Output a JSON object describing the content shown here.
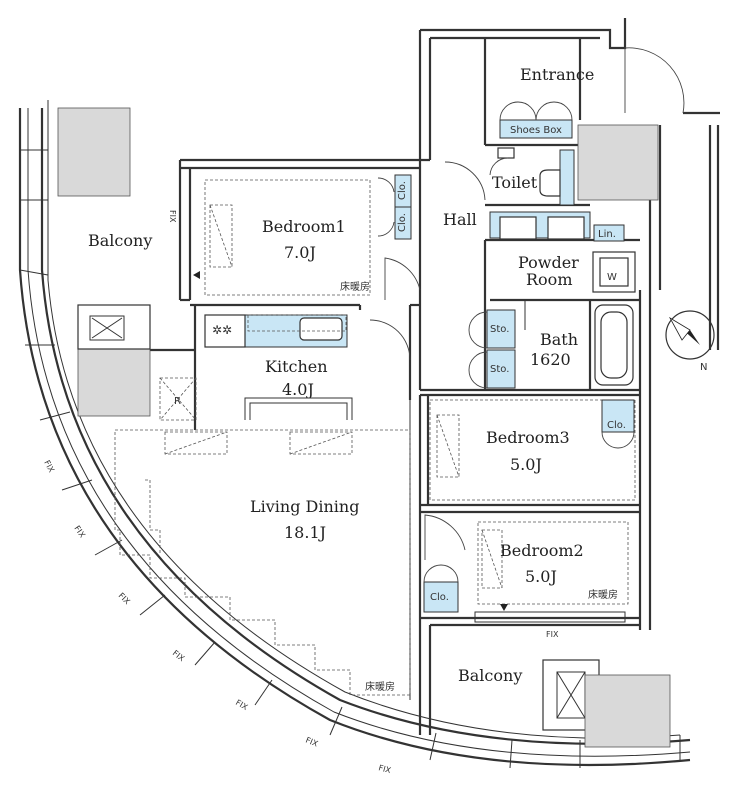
{
  "rooms": {
    "entrance": "Entrance",
    "shoes_box": "Shoes Box",
    "toilet": "Toilet",
    "hall": "Hall",
    "bedroom1": {
      "name": "Bedroom1",
      "size": "7.0J"
    },
    "balcony_top": "Balcony",
    "powder_room_1": "Powder",
    "powder_room_2": "Room",
    "lin": "Lin.",
    "washer": "W",
    "kitchen": {
      "name": "Kitchen",
      "size": "4.0J"
    },
    "bath": {
      "name": "Bath",
      "size": "1620"
    },
    "sto_1": "Sto.",
    "sto_2": "Sto.",
    "bedroom3": {
      "name": "Bedroom3",
      "size": "5.0J"
    },
    "clo_b3": "Clo.",
    "living": {
      "name": "Living Dining",
      "size": "18.1J"
    },
    "bedroom2": {
      "name": "Bedroom2",
      "size": "5.0J"
    },
    "clo_b2": "Clo.",
    "balcony_bottom": "Balcony",
    "clo_b1_a": "Clo.",
    "clo_b1_b": "Clo.",
    "refrigerator": "R"
  },
  "annotations": {
    "floor_heating_b1": "床暖房",
    "floor_heating_b2": "床暖房",
    "floor_heating_ld": "床暖房",
    "fix_side_b1": "FIX",
    "fix_b2": "FIX",
    "fix_curve": [
      "FIX",
      "FIX",
      "FIX",
      "FIX",
      "FIX",
      "FIX",
      "FIX"
    ]
  },
  "compass": {
    "letter": "N"
  }
}
